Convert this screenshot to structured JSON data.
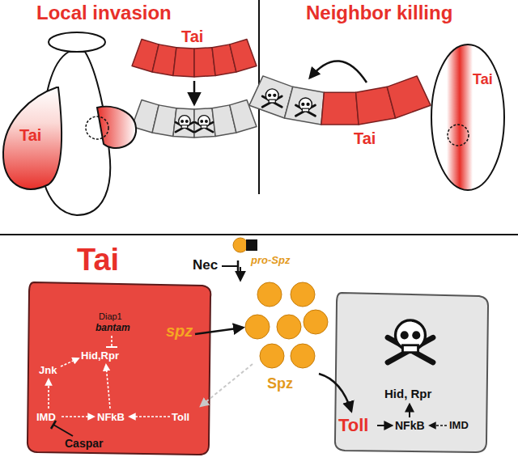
{
  "diagram": {
    "nodes": [
      {
        "text": [
          "Tai"
        ]
      },
      {
        "text": [
          "Tai"
        ]
      },
      {
        "text": [
          "Tai"
        ]
      },
      {
        "text": [
          "Tai"
        ]
      },
      {
        "text": [
          "Tai",
          "Diap1",
          "bantam",
          "Hid,Rpr",
          "spz",
          "Jnk",
          "IMD",
          "NFkB",
          "Toll",
          "Caspar"
        ]
      },
      {
        "text": [
          "Hid, Rpr",
          "NFkB",
          "Toll",
          "IMD"
        ]
      }
    ],
    "labels": [
      "Local invasion",
      "Neighbor killing",
      "Nec",
      "pro-Spz",
      "Spz"
    ]
  }
}
